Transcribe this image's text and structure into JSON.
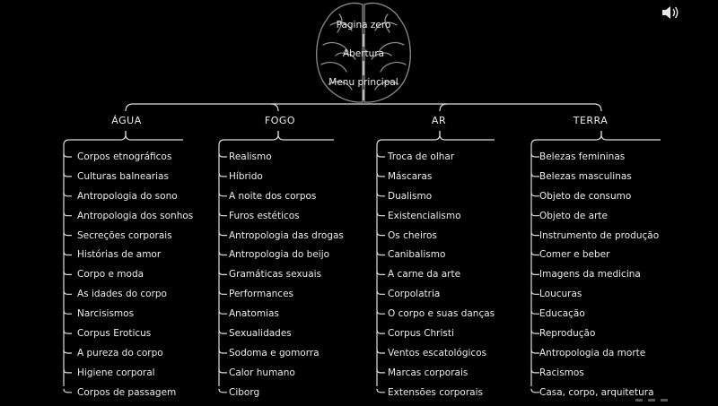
{
  "nav": {
    "page_zero": "Pagina zero",
    "opening": "Abertura",
    "main_menu": "Menu principal"
  },
  "elements": [
    {
      "title": "ÁGUA",
      "items": [
        "Corpos etnográficos",
        "Culturas balnearias",
        "Antropologia do sono",
        "Antropologia dos sonhos",
        "Secreções corporais",
        "Histórias de amor",
        "Corpo e moda",
        "As idades do corpo",
        "Narcisismos",
        "Corpus Eroticus",
        "A pureza do corpo",
        "Higiene corporal",
        "Corpos de passagem"
      ]
    },
    {
      "title": "FOGO",
      "items": [
        "Realismo",
        "Híbrido",
        "A noite dos corpos",
        "Furos estéticos",
        "Antropologia das drogas",
        "Antropologia do beijo",
        "Gramáticas sexuais",
        "Performances",
        "Anatomias",
        "Sexualidades",
        "Sodoma e gomorra",
        "Calor humano",
        "Ciborg"
      ]
    },
    {
      "title": "AR",
      "items": [
        "Troca de olhar",
        "Máscaras",
        "Dualismo",
        "Existencialismo",
        "Os cheiros",
        "Canibalismo",
        "A carne da arte",
        "Corpolatria",
        "O corpo e suas danças",
        "Corpus Christi",
        "Ventos escatológicos",
        "Marcas corporais",
        "Extensões corporais"
      ]
    },
    {
      "title": "TERRA",
      "items": [
        "Belezas femininas",
        "Belezas masculinas",
        "Objeto de consumo",
        "Objeto de arte",
        "Instrumento de produção",
        "Comer e beber",
        "Imagens da medicina",
        "Loucuras",
        "Educação",
        "Reprodução",
        "Antropologia da morte",
        "Racismos",
        "Casa, corpo, arquitetura"
      ]
    }
  ],
  "icons": {
    "brain": "brain-icon",
    "sound": "speaker-icon"
  },
  "colors": {
    "background": "#000000",
    "text": "#ececec",
    "line": "#dddddd"
  }
}
